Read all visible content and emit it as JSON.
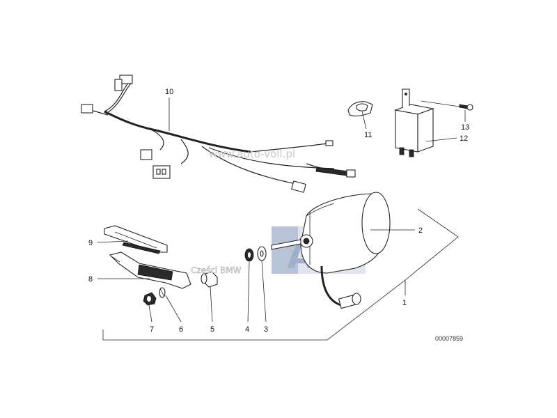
{
  "callouts": {
    "c1": "1",
    "c2": "2",
    "c3": "3",
    "c4": "4",
    "c5": "5",
    "c6": "6",
    "c7": "7",
    "c8": "8",
    "c9": "9",
    "c10": "10",
    "c11": "11",
    "c12": "12",
    "c13": "13"
  },
  "reference_number": "00007859",
  "watermark": {
    "url": "www.auto-voll.pl",
    "caption": "Części BMW",
    "logo": "AV"
  }
}
